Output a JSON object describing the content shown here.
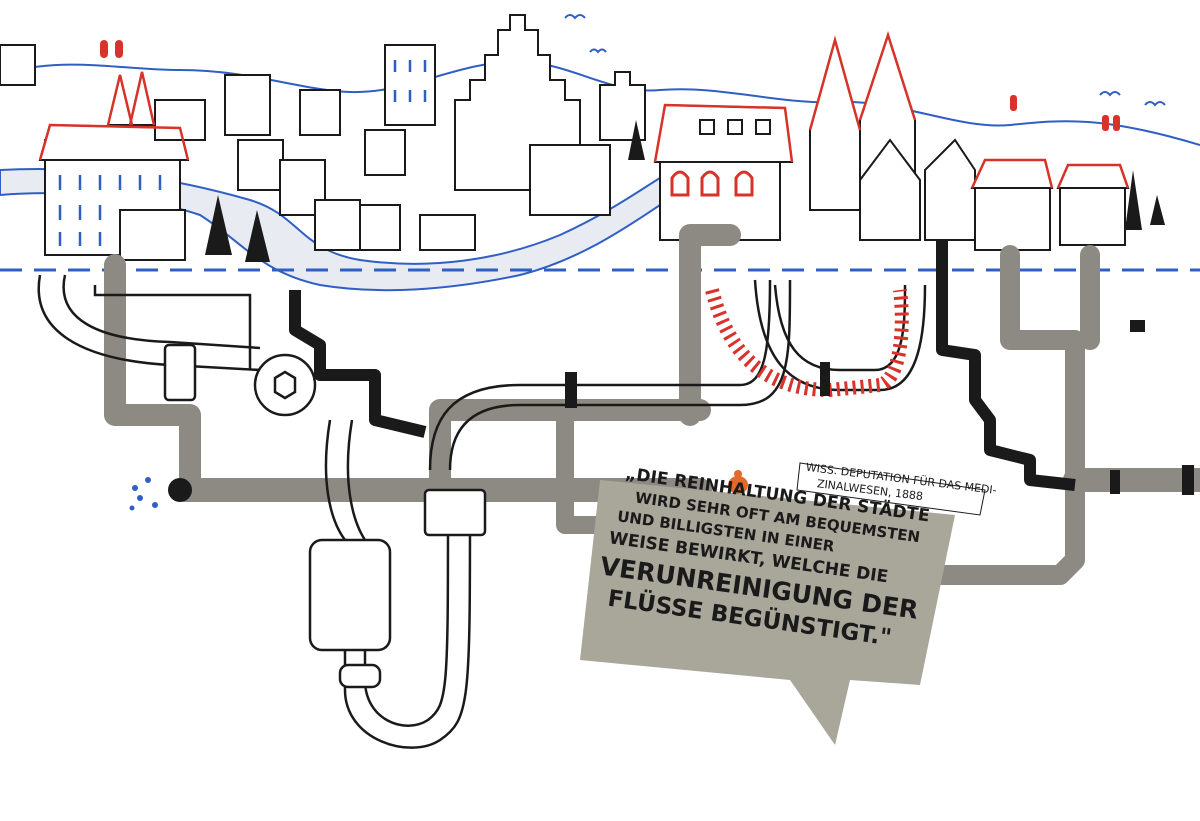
{
  "colors": {
    "ink": "#1a1a1a",
    "river": "#2f5fc4",
    "roof": "#d8332a",
    "pipe": "#8c8a82",
    "card": "#a9a69a",
    "paper": "#ffffff"
  },
  "attribution": {
    "line1": "WISS. DEPUTATION FÜR DAS MEDI-",
    "line2": "ZINALWESEN, 1888"
  },
  "quote": {
    "line1": "„DIE REINHALTUNG DER STÄDTE",
    "line2": "WIRD SEHR OFT AM BEQUEMSTEN",
    "line3": "UND BILLIGSTEN IN EINER",
    "line4": "WEISE BEWIRKT, WELCHE DIE",
    "line5": "VERUNREINIGUNG DER",
    "line6": "FLÜSSE BEGÜNSTIGT.\""
  },
  "icons": {
    "town": "town-skyline-icon",
    "river": "river-icon",
    "pipes": "sewer-pipes-icon",
    "card": "speech-bubble-icon"
  }
}
